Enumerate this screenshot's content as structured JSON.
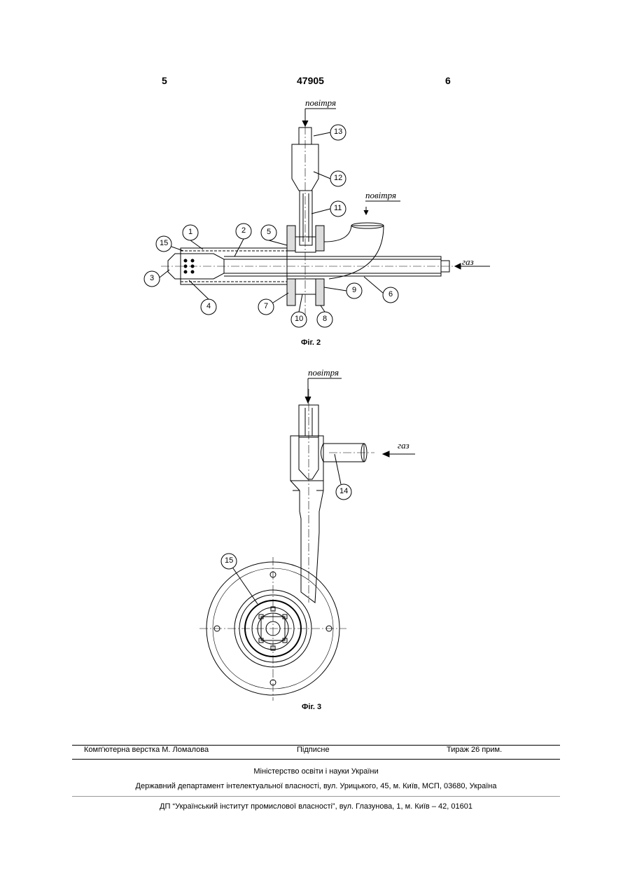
{
  "header": {
    "page_left": "5",
    "patent_number": "47905",
    "page_right": "6"
  },
  "figure2": {
    "caption": "Фіг. 2",
    "air_label_top": "повітря",
    "air_label_right": "повітря",
    "gas_label": "газ",
    "callouts": [
      "1",
      "2",
      "3",
      "4",
      "5",
      "6",
      "7",
      "8",
      "9",
      "10",
      "11",
      "12",
      "13",
      "15"
    ]
  },
  "figure3": {
    "caption": "Фіг. 3",
    "air_label": "повітря",
    "gas_label": "газ",
    "callouts": [
      "14",
      "15"
    ]
  },
  "footer": {
    "layout_credit": "Комп'ютерна верстка М. Ломалова",
    "signed": "Підписне",
    "circulation": "Тираж 26 прим.",
    "ministry": "Міністерство освіти і науки України",
    "department": "Державний департамент інтелектуальної власності, вул. Урицького, 45, м. Київ, МСП, 03680, Україна",
    "institute": "ДП “Український інститут промислової власності”, вул. Глазунова, 1, м. Київ – 42, 01601"
  }
}
